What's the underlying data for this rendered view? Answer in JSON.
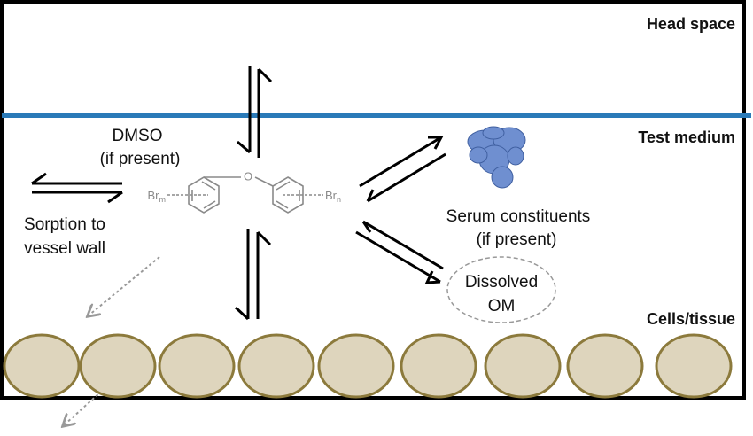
{
  "regions": {
    "head_space": "Head space",
    "test_medium": "Test medium",
    "cells_tissue": "Cells/tissue"
  },
  "labels": {
    "dmso_line1": "DMSO",
    "dmso_line2": "(if present)",
    "sorption_line1": "Sorption to",
    "sorption_line2": "vessel wall",
    "serum_line1": "Serum constituents",
    "serum_line2": "(if present)",
    "dissolved_line1": "Dissolved",
    "dissolved_line2": "OM"
  },
  "molecule": {
    "oxygen": "O",
    "br_left": "Br",
    "br_left_sub": "m",
    "br_right": "Br",
    "br_right_sub": "n"
  },
  "colors": {
    "water_line": "#2a7ab8",
    "cell_fill": "#ded5bd",
    "cell_stroke": "#8c7a3c",
    "molecule": "#8a8a8a",
    "protein": "#6f8fd0"
  },
  "cells_count": 9
}
